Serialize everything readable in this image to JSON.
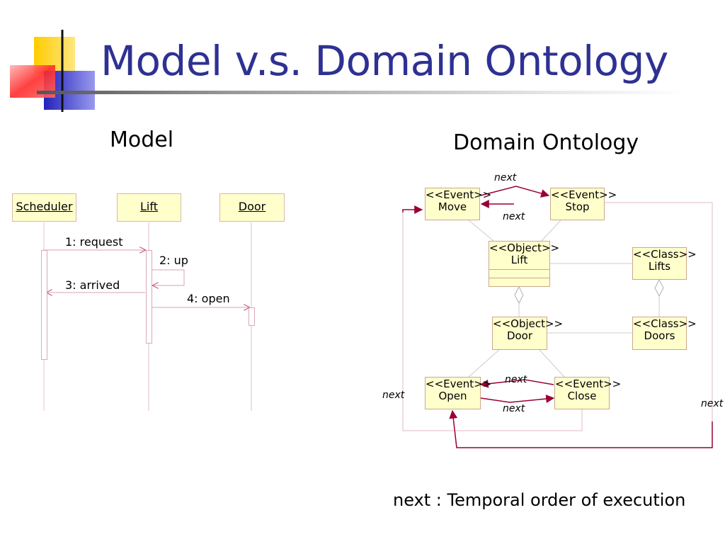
{
  "slide": {
    "title": "Model v.s. Domain Ontology",
    "colors": {
      "title": "#2e3192",
      "logo_yellow": "#ffcc00",
      "logo_red": "#ff2b2b",
      "logo_blue": "#3333cc",
      "arrow": "#990033"
    }
  },
  "model": {
    "heading": "Model",
    "lifelines": [
      "Scheduler",
      "Lift",
      "Door"
    ],
    "messages": [
      "1: request",
      "2: up",
      "3: arrived",
      "4: open"
    ]
  },
  "ontology": {
    "heading": "Domain Ontology",
    "nodes": {
      "event_move": {
        "stereotype": "<<Event>>",
        "name": "Move"
      },
      "event_stop": {
        "stereotype": "<<Event>>",
        "name": "Stop"
      },
      "object_lift": {
        "stereotype": "<<Object>>",
        "name": "Lift"
      },
      "class_lifts": {
        "stereotype": "<<Class>>",
        "name": "Lifts"
      },
      "object_door": {
        "stereotype": "<<Object>>",
        "name": "Door"
      },
      "class_doors": {
        "stereotype": "<<Class>>",
        "name": "Doors"
      },
      "event_open": {
        "stereotype": "<<Event>>",
        "name": "Open"
      },
      "event_close": {
        "stereotype": "<<Event>>",
        "name": "Close"
      }
    },
    "edge_label": "next"
  },
  "legend": "next : Temporal order of execution"
}
